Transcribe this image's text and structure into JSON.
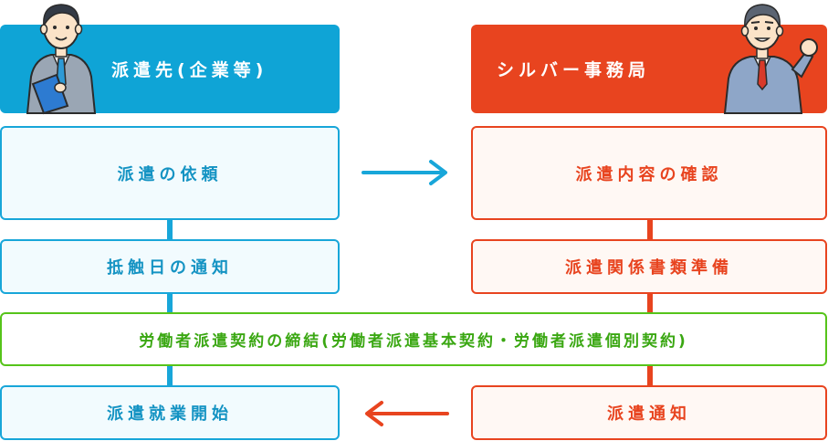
{
  "headers": {
    "left": "派遣先(企業等)",
    "right": "シルバー事務局"
  },
  "steps": {
    "left_1": "派遣の依頼",
    "left_2": "抵触日の通知",
    "right_1": "派遣内容の確認",
    "right_2": "派遣関係書類準備",
    "shared": "労働者派遣契約の締結(労働者派遣基本契約・労働者派遣個別契約)",
    "left_3": "派遣就業開始",
    "right_3": "派遣通知"
  },
  "colors": {
    "blue": "#0fa4d6",
    "orange": "#e8441f",
    "green": "#56c41a"
  },
  "icons": {
    "left_person": "businessman-icon",
    "right_person": "worker-icon",
    "arrow_right": "arrow-right-icon",
    "arrow_left": "arrow-left-icon"
  }
}
